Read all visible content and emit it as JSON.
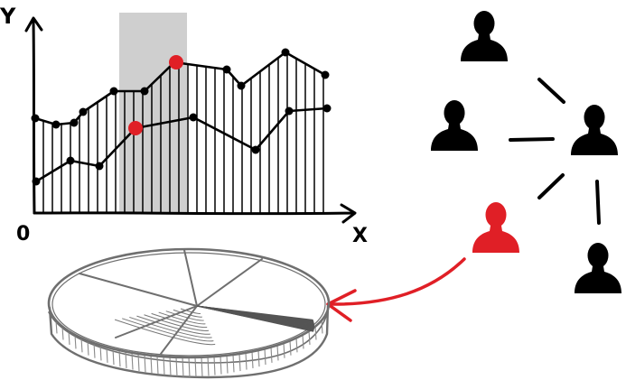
{
  "colors": {
    "ink": "#000000",
    "highlight": "#e01f26",
    "band": "#cfcfcf",
    "pie_stroke": "#6f6f6f"
  },
  "labels": {
    "y_axis": "Y",
    "x_axis": "X",
    "origin": "0"
  },
  "icons": {
    "person": "person-silhouette-icon",
    "highlighted_person": "highlighted-person-icon",
    "arrow": "curved-arrow-icon",
    "pie": "pie-chart-3d-sketch"
  }
}
